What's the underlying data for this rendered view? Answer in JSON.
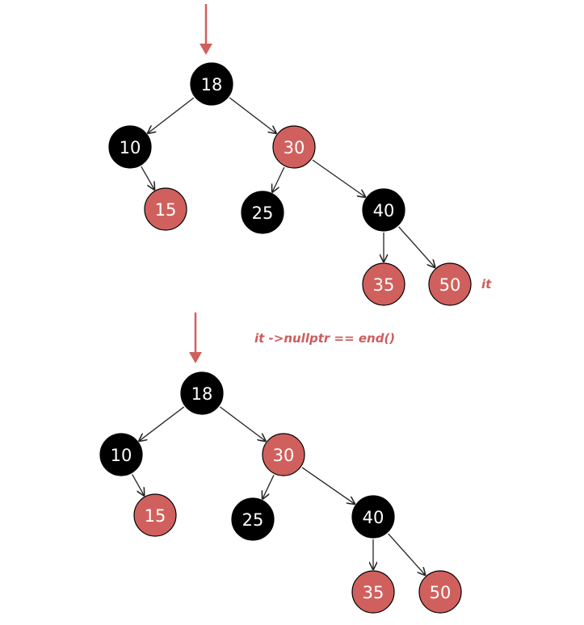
{
  "colors": {
    "black_node": "#000000",
    "red_node": "#d0605d",
    "node_stroke": "#000000",
    "edge": "#222222",
    "pointer": "#d0605d"
  },
  "trees": [
    {
      "name": "tree-before",
      "nodes": [
        {
          "id": "n18",
          "label": "18",
          "color": "black"
        },
        {
          "id": "n10",
          "label": "10",
          "color": "black"
        },
        {
          "id": "n30",
          "label": "30",
          "color": "red"
        },
        {
          "id": "n15",
          "label": "15",
          "color": "red"
        },
        {
          "id": "n25",
          "label": "25",
          "color": "black"
        },
        {
          "id": "n40",
          "label": "40",
          "color": "black"
        },
        {
          "id": "n35",
          "label": "35",
          "color": "red"
        },
        {
          "id": "n50",
          "label": "50",
          "color": "red"
        }
      ],
      "edges": [
        [
          "n18",
          "n10"
        ],
        [
          "n18",
          "n30"
        ],
        [
          "n10",
          "n15"
        ],
        [
          "n30",
          "n25"
        ],
        [
          "n30",
          "n40"
        ],
        [
          "n40",
          "n35"
        ],
        [
          "n40",
          "n50"
        ]
      ],
      "annotation": "it"
    },
    {
      "name": "tree-after",
      "nodes": [
        {
          "id": "n18",
          "label": "18",
          "color": "black"
        },
        {
          "id": "n10",
          "label": "10",
          "color": "black"
        },
        {
          "id": "n30",
          "label": "30",
          "color": "red"
        },
        {
          "id": "n15",
          "label": "15",
          "color": "red"
        },
        {
          "id": "n25",
          "label": "25",
          "color": "black"
        },
        {
          "id": "n40",
          "label": "40",
          "color": "black"
        },
        {
          "id": "n35",
          "label": "35",
          "color": "red"
        },
        {
          "id": "n50",
          "label": "50",
          "color": "red"
        }
      ],
      "edges": [
        [
          "n18",
          "n10"
        ],
        [
          "n18",
          "n30"
        ],
        [
          "n10",
          "n15"
        ],
        [
          "n30",
          "n25"
        ],
        [
          "n30",
          "n40"
        ],
        [
          "n40",
          "n35"
        ],
        [
          "n40",
          "n50"
        ]
      ],
      "annotation": "it ->nullptr == end()"
    }
  ]
}
